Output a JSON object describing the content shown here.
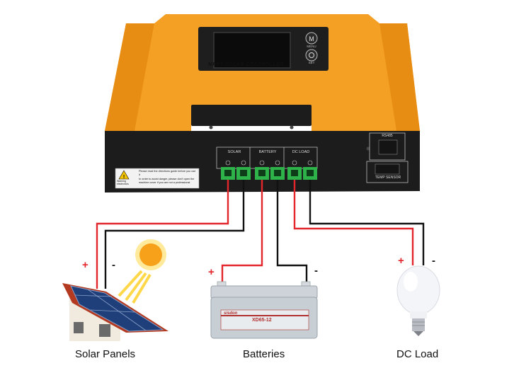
{
  "controller": {
    "title": "MPPT SOLAR CONTROLLER",
    "button_menu": "MENU",
    "button_set": "SET",
    "terminal_labels": [
      "SOLAR",
      "BATTERY",
      "DC LOAD"
    ],
    "port_rs485": "RS485",
    "port_temp": "TEMP SENSOR",
    "warning_title": "Warning electronics",
    "warning_lines": [
      "Please read the directions guide before you use it",
      "In order to avoid danger, please don't open the machine cover if you are not a professional"
    ]
  },
  "devices": [
    {
      "id": "solar",
      "caption": "Solar Panels",
      "plus": "+",
      "minus": "-"
    },
    {
      "id": "battery",
      "caption": "Batteries",
      "plus": "+",
      "minus": "-",
      "brand": "sisdon",
      "model": "XD65-12"
    },
    {
      "id": "load",
      "caption": "DC Load",
      "plus": "+",
      "minus": "-"
    }
  ],
  "colors": {
    "housing": "#f39a1e",
    "body": "#1b1b1b",
    "terminal": "#2db34a",
    "wire_positive": "#e3262b",
    "wire_negative": "#111111"
  }
}
